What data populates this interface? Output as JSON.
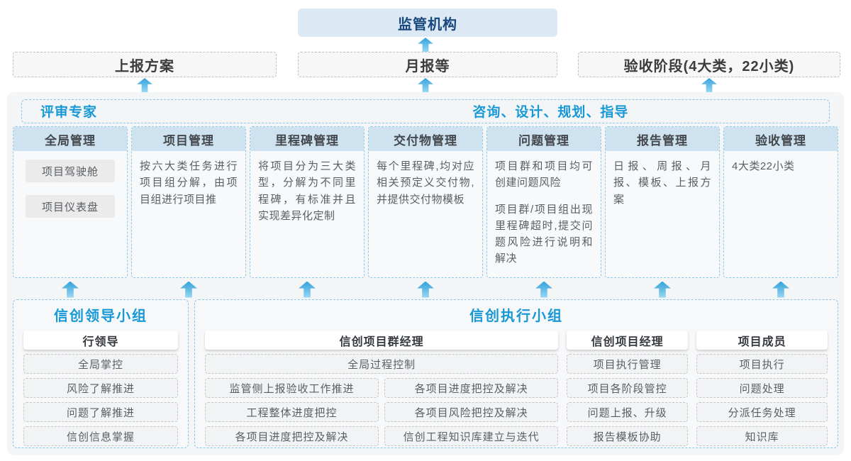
{
  "colors": {
    "accent_blue": "#1899d6",
    "regulator_fill": "#dce8f4",
    "regulator_text": "#17497e",
    "column_header_fill": "#cfe2ef",
    "dashed_border_blue": "#8cc6e8",
    "arrow_blue": "#33a2db",
    "container_fill": "#f4f5f6"
  },
  "top": {
    "regulator": "监管机构",
    "outputs": [
      {
        "label": "上报方案"
      },
      {
        "label": "月报等"
      },
      {
        "label": "验收阶段(4大类，22小类)"
      }
    ]
  },
  "main": {
    "left_role": "评审专家",
    "right_role": "咨询、设计、规划、指导",
    "columns": [
      {
        "title": "全局管理",
        "pills": [
          "项目驾驶舱",
          "项目仪表盘"
        ]
      },
      {
        "title": "项目管理",
        "paragraphs": [
          "按六大类任务进行项目组分解，由项目组进行项目推"
        ]
      },
      {
        "title": "里程碑管理",
        "paragraphs": [
          "将项目分为三大类型，分解为不同里程碑，有标准并且实现差异化定制"
        ]
      },
      {
        "title": "交付物管理",
        "paragraphs": [
          "每个里程碑,均对应相关预定义交付物,并提供交付物模板"
        ]
      },
      {
        "title": "问题管理",
        "paragraphs": [
          "项目群和项目均可创建问题风险",
          "项目群/项目组出现里程碑超时,提交问题风险进行说明和解决"
        ]
      },
      {
        "title": "报告管理",
        "paragraphs": [
          "日报、周报、月报、模板、上报方案"
        ]
      },
      {
        "title": "验收管理",
        "paragraphs": [
          "4大类22小类"
        ]
      }
    ]
  },
  "bottom": {
    "leader_group": {
      "title": "信创领导小组",
      "role": "行领导",
      "items": [
        "全局掌控",
        "风险了解推进",
        "问题了解推进",
        "信创信息掌握"
      ]
    },
    "exec_group": {
      "title": "信创执行小组",
      "program_manager": {
        "role": "信创项目群经理",
        "full_item": "全局过程控制",
        "left_items": [
          "监管侧上报验收工作推进",
          "工程整体进度把控",
          "各项目进度把控及解决"
        ],
        "right_items": [
          "各项目进度把控及解决",
          "各项目风险把控及解决",
          "信创工程知识库建立与迭代"
        ]
      },
      "project_manager": {
        "role": "信创项目经理",
        "items": [
          "项目执行管理",
          "项目各阶段管控",
          "问题上报、升级",
          "报告模板协助"
        ]
      },
      "member": {
        "role": "项目成员",
        "items": [
          "项目执行",
          "问题处理",
          "分派任务处理",
          "知识库"
        ]
      }
    }
  }
}
